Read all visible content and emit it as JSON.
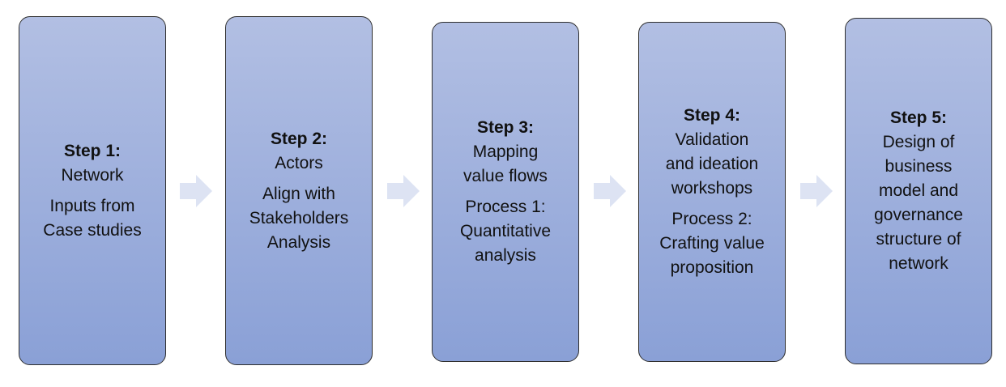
{
  "colors": {
    "box_fill_top": "#b2bfe3",
    "box_fill_bottom": "#8aa0d6",
    "box_border": "#2f2f2f",
    "arrow_fill": "#dde3f3",
    "text": "#111111"
  },
  "steps": [
    {
      "title": "Step 1:",
      "groups": [
        [
          "Network"
        ],
        [
          "Inputs from",
          "Case studies"
        ]
      ]
    },
    {
      "title": "Step 2:",
      "groups": [
        [
          "Actors"
        ],
        [
          "Align with",
          "Stakeholders",
          "Analysis"
        ]
      ]
    },
    {
      "title": "Step 3:",
      "groups": [
        [
          "Mapping",
          "value flows"
        ],
        [
          "Process 1:",
          "Quantitative",
          "analysis"
        ]
      ]
    },
    {
      "title": "Step 4:",
      "groups": [
        [
          "Validation",
          "and ideation",
          "workshops"
        ],
        [
          "Process 2:",
          "Crafting value",
          "proposition"
        ]
      ]
    },
    {
      "title": "Step 5:",
      "groups": [
        [
          "Design of",
          "business",
          "model and",
          "governance",
          "structure of",
          "network"
        ]
      ]
    }
  ],
  "arrows": [
    {
      "icon": "right-arrow-icon"
    },
    {
      "icon": "right-arrow-icon"
    },
    {
      "icon": "right-arrow-icon"
    },
    {
      "icon": "right-arrow-icon"
    }
  ]
}
